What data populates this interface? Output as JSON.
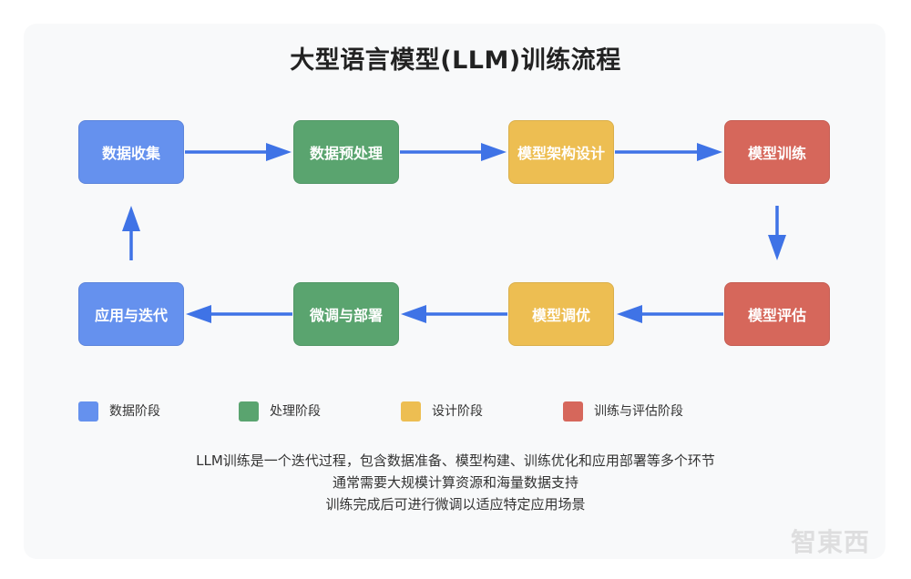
{
  "title": "大型语言模型(LLM)训练流程",
  "nodes": {
    "data_collection": "数据收集",
    "data_preprocessing": "数据预处理",
    "model_architecture": "模型架构设计",
    "model_training": "模型训练",
    "model_evaluation": "模型评估",
    "model_tuning": "模型调优",
    "finetune_deploy": "微调与部署",
    "application_iteration": "应用与迭代"
  },
  "legend": [
    {
      "label": "数据阶段",
      "color": "#6591ee"
    },
    {
      "label": "处理阶段",
      "color": "#5aa46f"
    },
    {
      "label": "设计阶段",
      "color": "#edbe52"
    },
    {
      "label": "训练与评估阶段",
      "color": "#d6675b"
    }
  ],
  "notes": [
    "LLM训练是一个迭代过程，包含数据准备、模型构建、训练优化和应用部署等多个环节",
    "通常需要大规模计算资源和海量数据支持",
    "训练完成后可进行微调以适应特定应用场景"
  ],
  "arrow_color": "#3f73e6",
  "watermark": "智東西"
}
